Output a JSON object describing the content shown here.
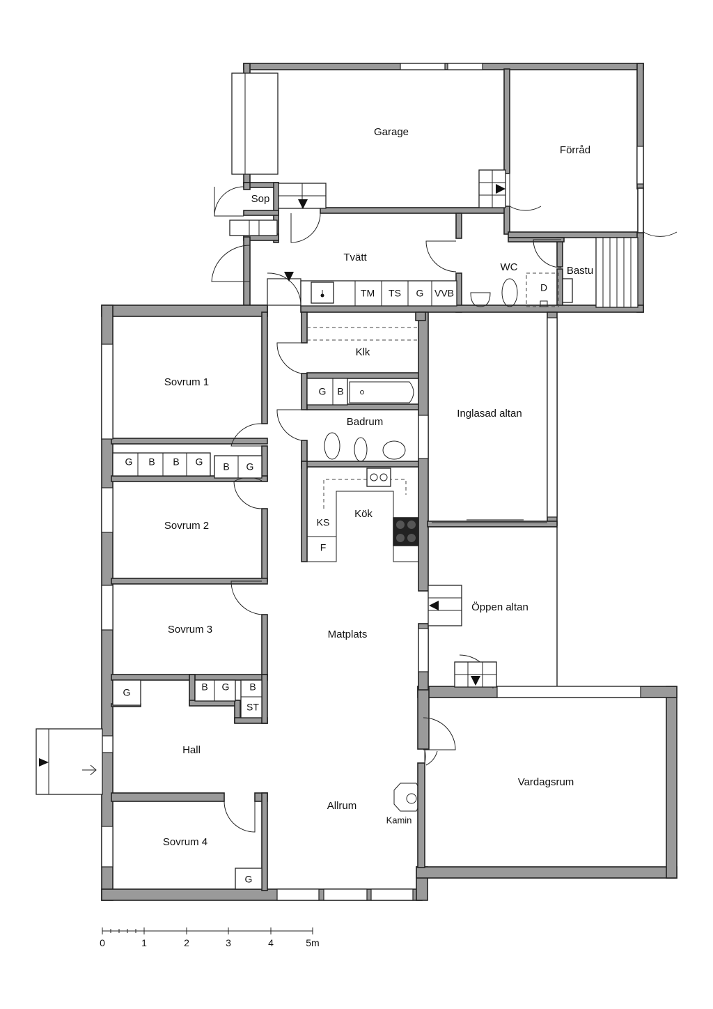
{
  "rooms": {
    "garage": "Garage",
    "forrad": "Förråd",
    "sop": "Sop",
    "tvatt": "Tvätt",
    "wc": "WC",
    "bastu": "Bastu",
    "klk": "Klk",
    "badrum": "Badrum",
    "kok": "Kök",
    "inglasad_altan": "Inglasad altan",
    "oppen_altan": "Öppen altan",
    "sovrum1": "Sovrum 1",
    "sovrum2": "Sovrum 2",
    "sovrum3": "Sovrum 3",
    "sovrum4": "Sovrum 4",
    "matplats": "Matplats",
    "hall": "Hall",
    "allrum": "Allrum",
    "vardagsrum": "Vardagsrum",
    "kamin": "Kamin"
  },
  "fixtures": {
    "tm": "TM",
    "ts": "TS",
    "g": "G",
    "vvb": "VVB",
    "b": "B",
    "ks": "KS",
    "f": "F",
    "st": "ST",
    "d": "D"
  },
  "wardrobes": {
    "sovrum1_row": [
      "G",
      "B",
      "B",
      "G"
    ],
    "sovrum1_pair": [
      "B",
      "G"
    ],
    "badrum_pair": [
      "G",
      "B"
    ],
    "hall_pair": [
      "B",
      "G"
    ]
  },
  "scale": {
    "ticks": [
      "0",
      "1",
      "2",
      "3",
      "4",
      "5m"
    ]
  }
}
